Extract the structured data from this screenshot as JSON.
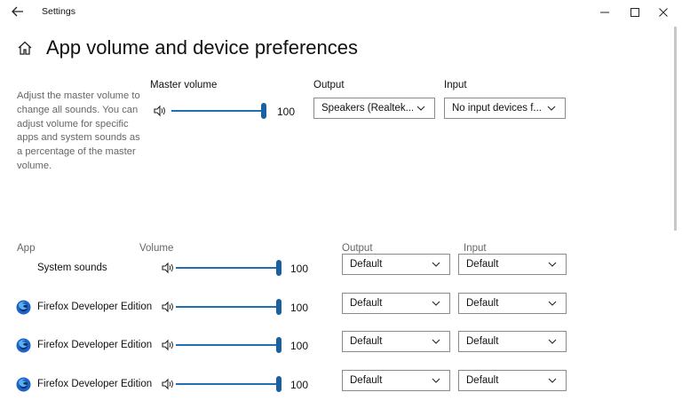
{
  "window": {
    "title": "Settings"
  },
  "page": {
    "heading": "App volume and device preferences",
    "description": "Adjust the master volume to change all sounds. You can adjust volume for specific apps and system sounds as a percentage of the master volume."
  },
  "master": {
    "label": "Master volume",
    "volume": 100,
    "volume_text": "100",
    "output_label": "Output",
    "output_value": "Speakers (Realtek...",
    "input_label": "Input",
    "input_value": "No input devices f..."
  },
  "apps_table": {
    "headers": {
      "app": "App",
      "volume": "Volume",
      "output": "Output",
      "input": "Input"
    },
    "rows": [
      {
        "name": "System sounds",
        "icon": "none",
        "volume": 100,
        "volume_text": "100",
        "output": "Default",
        "input": "Default"
      },
      {
        "name": "Firefox Developer Edition",
        "icon": "firefox-developer-icon",
        "volume": 100,
        "volume_text": "100",
        "output": "Default",
        "input": "Default"
      },
      {
        "name": "Firefox Developer Edition",
        "icon": "firefox-developer-icon",
        "volume": 100,
        "volume_text": "100",
        "output": "Default",
        "input": "Default"
      },
      {
        "name": "Firefox Developer Edition",
        "icon": "firefox-developer-icon",
        "volume": 100,
        "volume_text": "100",
        "output": "Default",
        "input": "Default"
      }
    ]
  },
  "colors": {
    "accent": "#1f6fb2",
    "text_secondary": "#666666",
    "border": "#8a8a8a"
  }
}
